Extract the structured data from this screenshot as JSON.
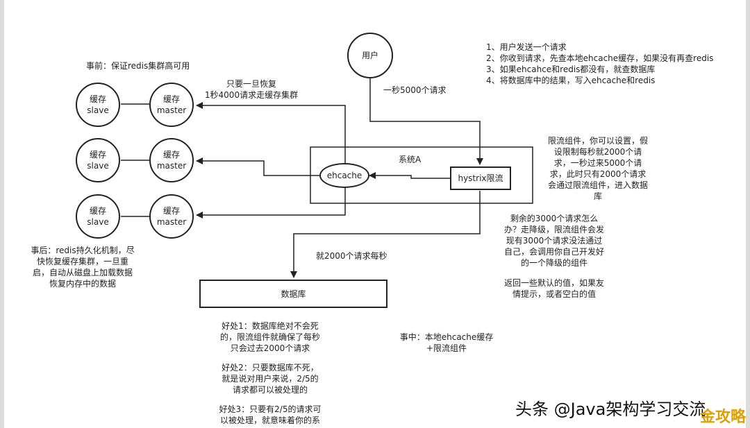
{
  "nodes": {
    "user": "用户",
    "system_a": "系统A",
    "ehcache": "ehcache",
    "hystrix": "hystrix限流",
    "database": "数据库",
    "slave_top": "缓存",
    "slave_bottom": "slave",
    "master_top": "缓存",
    "master_bottom": "master"
  },
  "labels": {
    "before": "事前：保证redis集群高可用",
    "once_recover_1": "只要一旦恢复",
    "once_recover_2": "1秒4000请求走缓存集群",
    "per_second": "一秒5000个请求",
    "db_per_second": "就2000个请求每秒",
    "during_1": "事中：本地ehcache缓存",
    "during_2": "+限流组件"
  },
  "steps": [
    "1、用户发送一个请求",
    "2、你收到请求，先查本地ehcache缓存，如果没有再查redis",
    "3、如果ehcahce和redis都没有，就查数据库",
    "4、将数据库中的结果，写入ehcache和redis"
  ],
  "limiter_note": [
    "限流组件，你可以设置，假",
    "设限制每秒就2000个请",
    "求，一秒过来5000个请",
    "求，此时只有2000个请求",
    "会通过限流组件，进入数据",
    "库"
  ],
  "remaining_note": [
    "剩余的3000个请求怎么",
    "办？走降级，限流组件会发",
    "现有3000个请求没法通过",
    "自己，会调用你自己开发好",
    "的一个降级的组件"
  ],
  "return_note": [
    "返回一些默认的值，如果友",
    "情提示，或者空白的值"
  ],
  "after_note": [
    "事后：redis持久化机制，尽",
    "快恢复缓存集群，一旦重",
    "启，自动从磁盘上加载数据",
    "恢复内存中的数据"
  ],
  "benefit1": [
    "好处1：数据库绝对不会死",
    "的，限流组件就确保了每秒",
    "只会过去2000个请求"
  ],
  "benefit2": [
    "好处2：只要数据库不死，",
    "就是说对用户来说，2/5的",
    "请求都可以被处理的"
  ],
  "benefit3": [
    "好处3：只要有2/5的请求可",
    "以被处理，就意味着你的系"
  ],
  "watermark": "头条 @Java架构学习交流",
  "corner_logo": "金攻略"
}
